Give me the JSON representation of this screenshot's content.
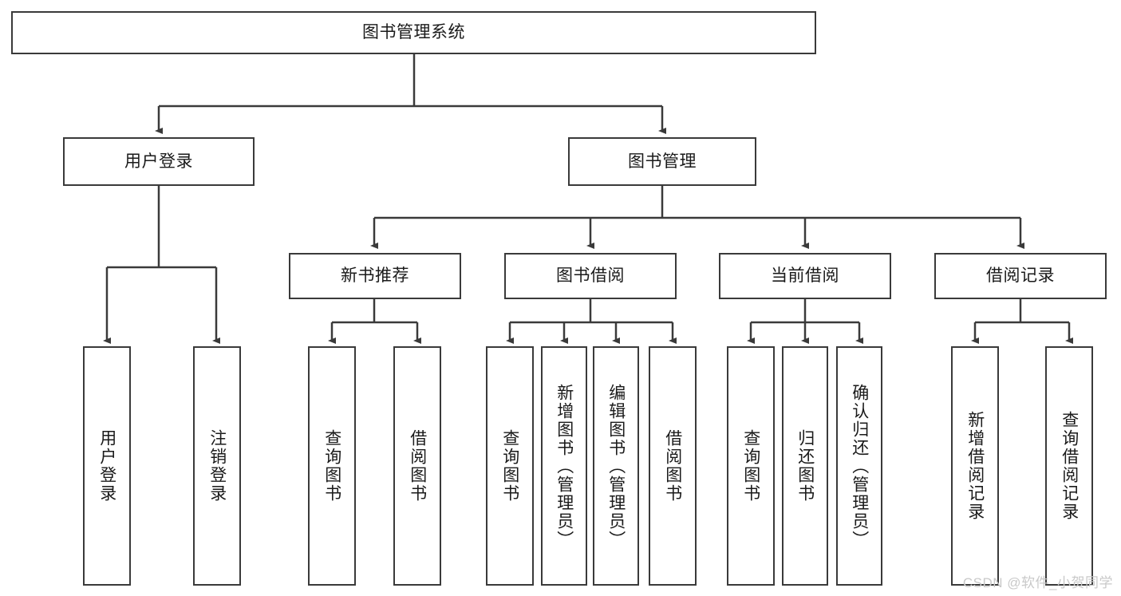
{
  "diagram": {
    "title": "图书管理系统",
    "type": "tree-hierarchy",
    "watermark": "CSDN @软件_小贺同学",
    "colors": {
      "box_border": "#3a3a3a",
      "box_fill": "#ffffff",
      "edge": "#3a3a3a",
      "text": "#1a1a1a",
      "watermark": "#c9c9c9",
      "background": "#ffffff"
    },
    "nodes": {
      "root": {
        "label": "图书管理系统"
      },
      "level2": [
        {
          "id": "user-login",
          "label": "用户登录"
        },
        {
          "id": "book-manage",
          "label": "图书管理"
        }
      ],
      "level3": [
        {
          "id": "new-book-recommend",
          "label": "新书推荐"
        },
        {
          "id": "book-borrow",
          "label": "图书借阅"
        },
        {
          "id": "current-borrow",
          "label": "当前借阅"
        },
        {
          "id": "borrow-record",
          "label": "借阅记录"
        }
      ],
      "leaves": {
        "user-login": [
          {
            "id": "leaf-user-login",
            "label": "用户登录"
          },
          {
            "id": "leaf-logout-login",
            "label": "注销登录"
          }
        ],
        "new-book-recommend": [
          {
            "id": "leaf-query-book-1",
            "label": "查询图书"
          },
          {
            "id": "leaf-borrow-book-1",
            "label": "借阅图书"
          }
        ],
        "book-borrow": [
          {
            "id": "leaf-query-book-2",
            "label": "查询图书"
          },
          {
            "id": "leaf-add-book",
            "label": "新增图书（管理员）"
          },
          {
            "id": "leaf-edit-book",
            "label": "编辑图书（管理员）"
          },
          {
            "id": "leaf-borrow-book-2",
            "label": "借阅图书"
          }
        ],
        "current-borrow": [
          {
            "id": "leaf-query-book-3",
            "label": "查询图书"
          },
          {
            "id": "leaf-return-book",
            "label": "归还图书"
          },
          {
            "id": "leaf-confirm-return",
            "label": "确认归还（管理员）"
          }
        ],
        "borrow-record": [
          {
            "id": "leaf-add-record",
            "label": "新增借阅记录"
          },
          {
            "id": "leaf-query-record",
            "label": "查询借阅记录"
          }
        ]
      }
    }
  }
}
